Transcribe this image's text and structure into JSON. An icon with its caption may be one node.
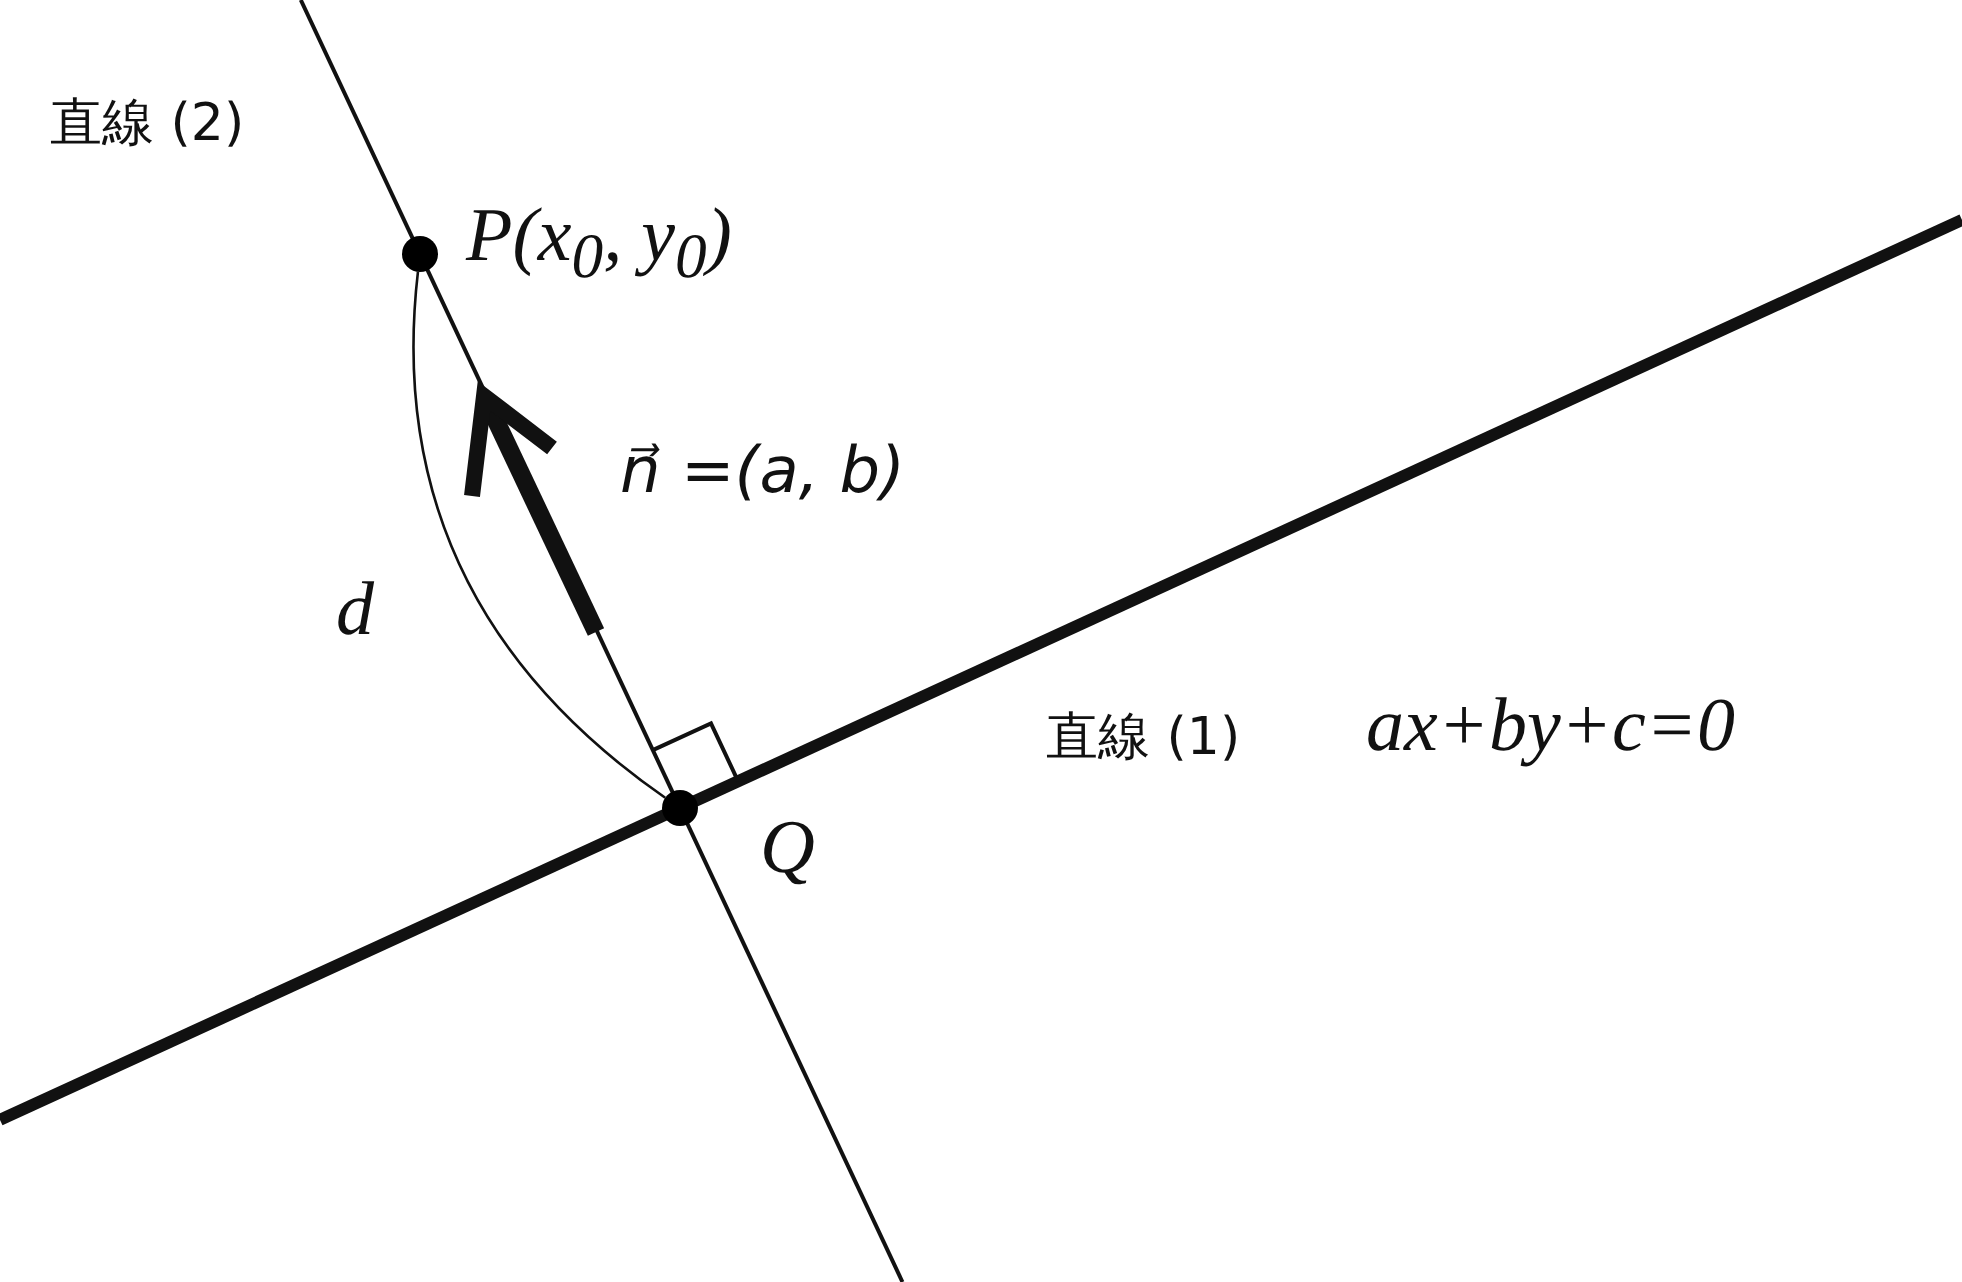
{
  "diagram": {
    "nodes": [
      {
        "text": [],
        "shape": "circle",
        "beside": [
          "P(x$_{0}$, y$_{0}$)"
        ]
      },
      {
        "text": [],
        "shape": "circle",
        "beside": [
          "Q"
        ]
      }
    ],
    "edges": [
      {
        "from": 0,
        "to": 1,
        "arrow": "none",
        "label": "d"
      }
    ],
    "labels": [
      "直線 (2)",
      "n⃗ =(a, b)",
      "直線 (1)",
      "ax+by+c=0"
    ]
  }
}
